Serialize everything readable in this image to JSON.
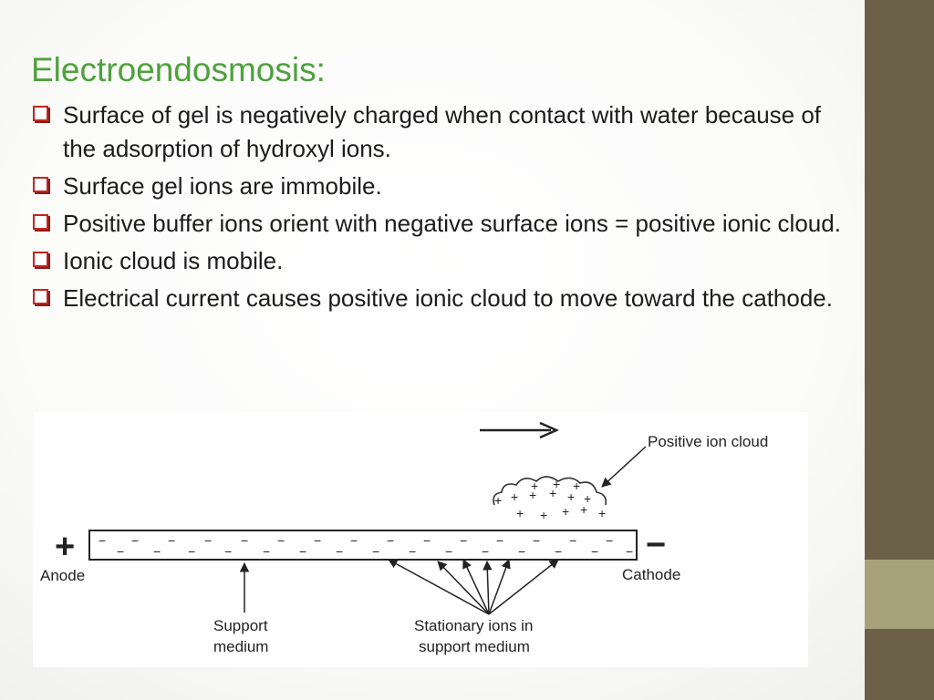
{
  "slide": {
    "title": "Electroendosmosis:",
    "bullets": [
      "Surface of gel is negatively charged when contact with water because of the adsorption of hydroxyl ions.",
      "Surface gel ions are immobile.",
      "Positive buffer ions orient with negative surface ions = positive ionic cloud.",
      "Ionic cloud is mobile.",
      "Electrical current causes positive ionic cloud to move toward the cathode."
    ]
  },
  "diagram": {
    "anode_sign": "+",
    "anode_label": "Anode",
    "cathode_sign": "−",
    "cathode_label": "Cathode",
    "cloud_label": "Positive ion cloud",
    "support_label_line1": "Support",
    "support_label_line2": "medium",
    "stationary_label_line1": "Stationary ions in",
    "stationary_label_line2": "support medium",
    "gel_charge_symbol": "−",
    "cloud_charge_symbol": "+"
  },
  "colors": {
    "title": "#4ea13c",
    "bullet_box": "#c0271f",
    "sidebar": "#6b6149",
    "sidebar_accent": "#a7a27a"
  },
  "icons": {
    "bullet": "checkbox-bullet-icon",
    "motion_arrow": "arrow-right-icon"
  }
}
